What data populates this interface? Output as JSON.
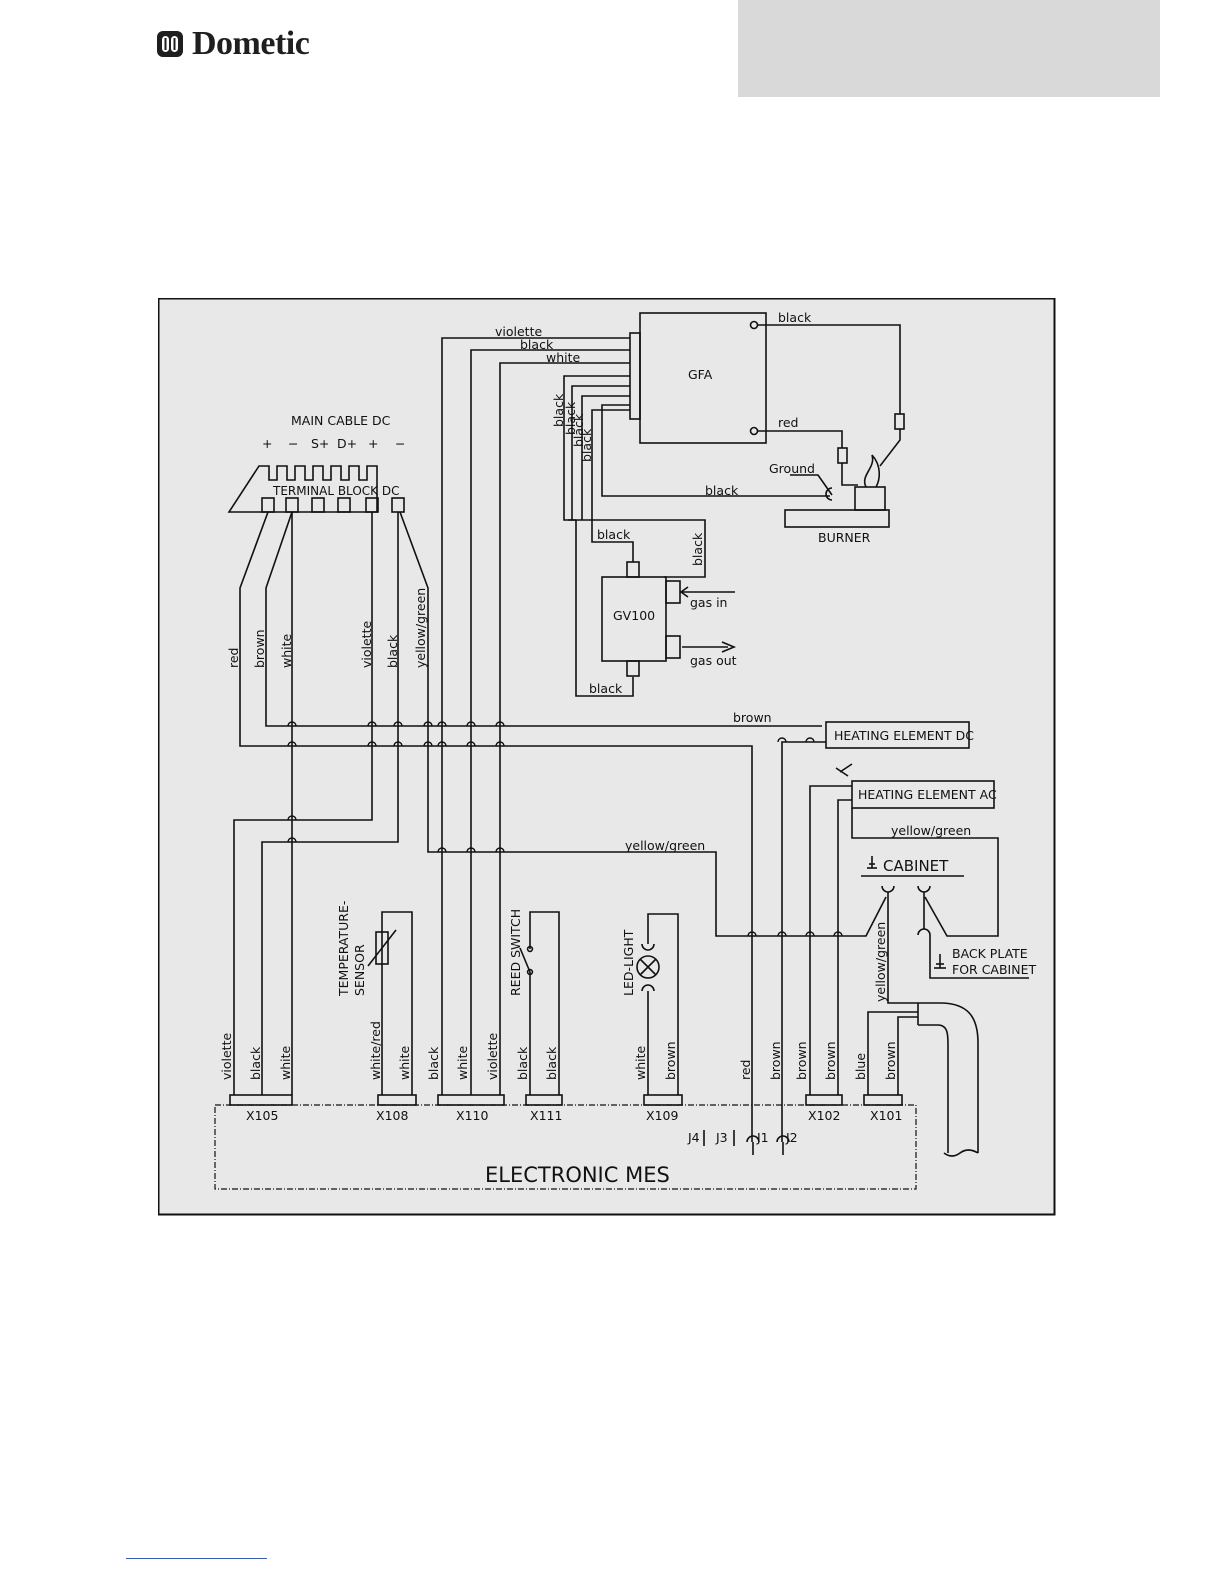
{
  "brand": {
    "name": "Dometic",
    "logo_icon": "dometic-logo-icon"
  },
  "colors": {
    "panel_bg": "#e8e8e8",
    "header_box": "#d9d9d9",
    "line": "#111111",
    "footer_rule": "#3a5bb4"
  },
  "diagram": {
    "main_cable": "MAIN CABLE DC",
    "terminals": [
      "+",
      "−",
      "S+",
      "D+",
      "+",
      "−"
    ],
    "terminal_block": "TERMINAL BLOCK DC",
    "gfa": "GFA",
    "gv100": "GV100",
    "burner": "BURNER",
    "ground": "Ground",
    "gas_in": "gas in",
    "gas_out": "gas out",
    "heating_dc": "HEATING ELEMENT DC",
    "heating_ac": "HEATING ELEMENT AC",
    "cabinet": "CABINET",
    "back_plate_1": "BACK PLATE",
    "back_plate_2": "FOR CABINET",
    "temp_sensor_1": "TEMPERATURE-",
    "temp_sensor_2": "SENSOR",
    "reed_switch": "REED SWITCH",
    "led_light": "LED-LIGHT",
    "electronic": "ELECTRONIC MES",
    "connectors": {
      "x105": "X105",
      "x108": "X108",
      "x110": "X110",
      "x111": "X111",
      "x109": "X109",
      "x102": "X102",
      "x101": "X101",
      "j1": "J1",
      "j2": "J2",
      "j3": "J3",
      "j4": "J4"
    },
    "wires": {
      "violette": "violette",
      "black": "black",
      "white": "white",
      "red": "red",
      "brown": "brown",
      "blue": "blue",
      "yellow_green": "yellow/green",
      "white_red": "white/red"
    }
  }
}
